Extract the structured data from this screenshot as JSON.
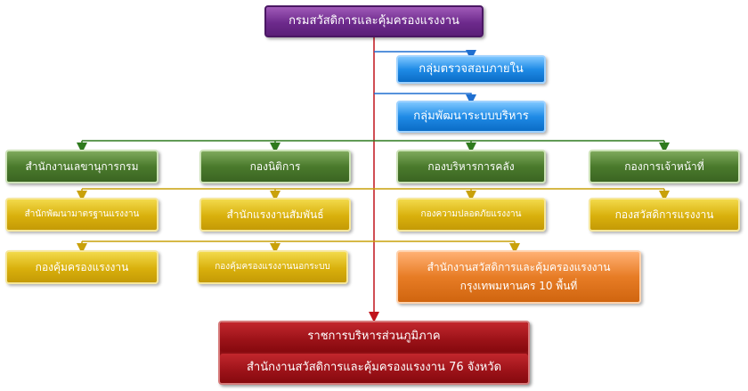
{
  "org": {
    "root": "กรมสวัสดิการและคุ้มครองแรงงาน",
    "staff": [
      "กลุ่มตรวจสอบภายใน",
      "กลุ่มพัฒนาระบบบริหาร"
    ],
    "divisions": [
      "สำนักงานเลขานุการกรม",
      "กองนิติการ",
      "กองบริหารการคลัง",
      "กองการเจ้าหน้าที่"
    ],
    "offices_row1": [
      "สำนักพัฒนามาตรฐานแรงงาน",
      "สำนักแรงงานสัมพันธ์",
      "กองความปลอดภัยแรงงาน",
      "กองสวัสดิการแรงงาน"
    ],
    "offices_row2": [
      "กองคุ้มครองแรงงาน",
      "กองคุ้มครองแรงงานนอกระบบ"
    ],
    "bangkok_office": {
      "line1": "สำนักงานสวัสดิการและคุ้มครองแรงงาน",
      "line2": "กรุงเทพมหานคร 10 พื้นที่"
    },
    "regional": {
      "line1": "ราชการบริหารส่วนภูมิภาค",
      "line2": "สำนักงานสวัสดิการและคุ้มครองแรงงาน 76 จังหวัด"
    }
  },
  "colors": {
    "root": "#6d2a8c",
    "staff": "#1f8be6",
    "divisions": "#4a7a2c",
    "offices": "#d9b00c",
    "bangkok_office": "#e77c25",
    "regional": "#9b1218",
    "connector_trunk": "#c0141b",
    "connector_staff": "#1f6fd0",
    "connector_divisions": "#2f7a1e",
    "connector_offices": "#c9a10a"
  }
}
